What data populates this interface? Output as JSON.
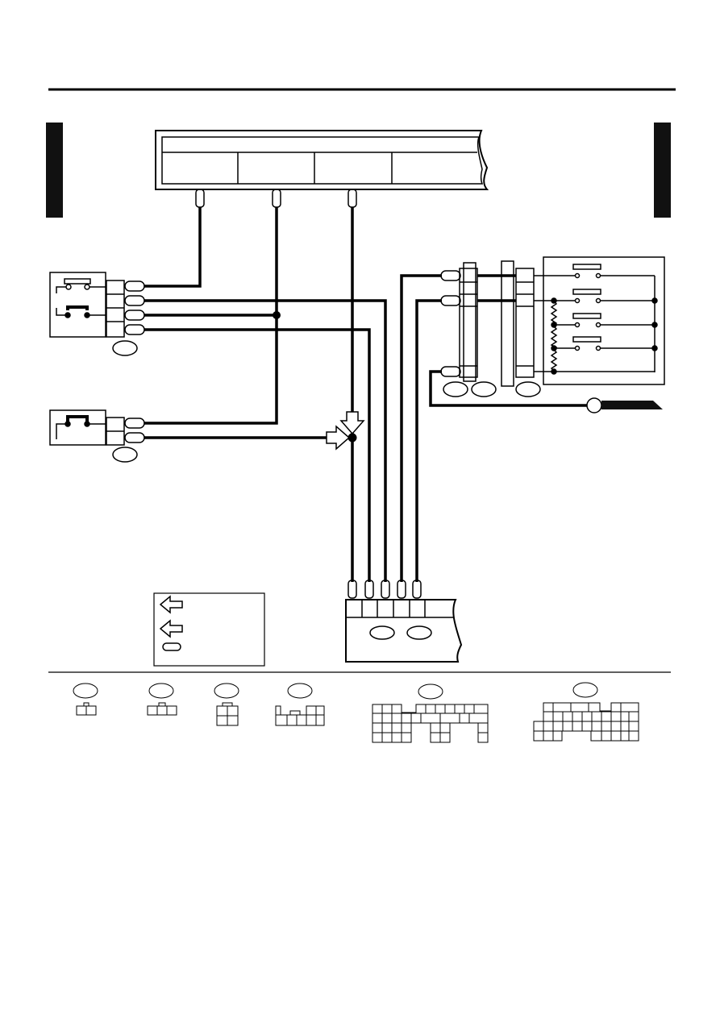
{
  "page": {
    "background": "#ffffff",
    "ink": "#000000"
  },
  "diagram": {
    "labels": [],
    "legend": {
      "entries": [
        {
          "icon": "outlined-arrow-icon",
          "text": ""
        },
        {
          "icon": "outlined-arrow-icon",
          "text": ""
        },
        {
          "icon": "rounded-terminal-icon",
          "text": ""
        }
      ]
    },
    "connector_keys": [
      {
        "id": "",
        "layout": "2-pin"
      },
      {
        "id": "",
        "layout": "3-pin"
      },
      {
        "id": "",
        "layout": "4-pin"
      },
      {
        "id": "",
        "layout": "6-pin"
      },
      {
        "id": "",
        "layout": "24-pin"
      },
      {
        "id": "",
        "layout": "28-pin"
      }
    ]
  }
}
